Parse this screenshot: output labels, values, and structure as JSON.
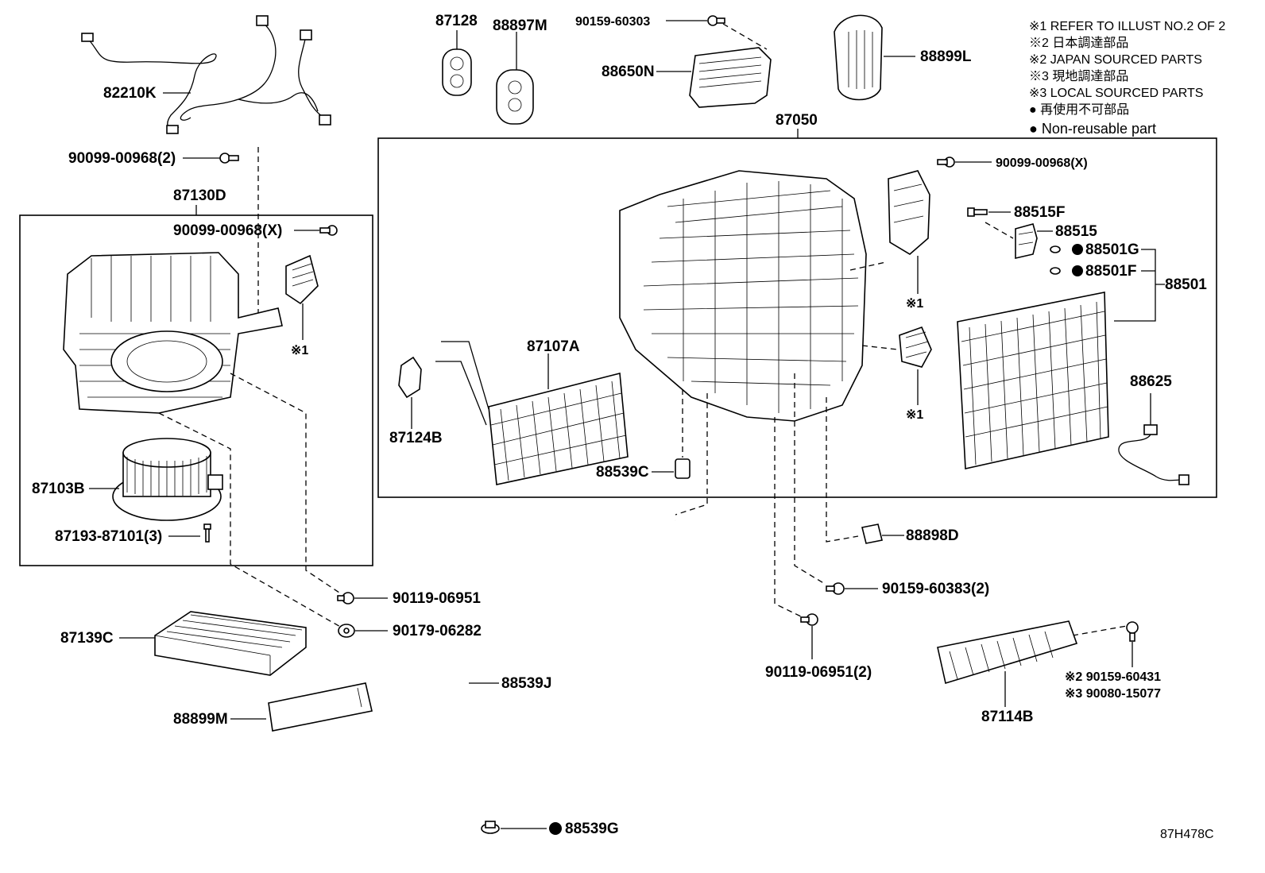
{
  "diagram_code": "87H478C",
  "notes": [
    {
      "marker": "※1",
      "text": "REFER TO ILLUST NO.2 OF 2"
    },
    {
      "marker": "※2",
      "text": "日本調達部品"
    },
    {
      "marker": "※2",
      "text": "JAPAN SOURCED PARTS"
    },
    {
      "marker": "※3",
      "text": "現地調達部品"
    },
    {
      "marker": "※3",
      "text": "LOCAL SOURCED PARTS"
    },
    {
      "marker": "●",
      "text": "再使用不可部品"
    },
    {
      "marker": "●",
      "text": "Non-reusable part"
    }
  ],
  "assemblies": {
    "left_box": "87130D",
    "right_box": "87050"
  },
  "labels": {
    "p82210K": "82210K",
    "p90099_00968_2": "90099-00968(2)",
    "p87130D": "87130D",
    "p90099_00968_X_left": "90099-00968(X)",
    "ref1_left": "※1",
    "p87103B": "87103B",
    "p87193": "87193-87101(3)",
    "p87139C": "87139C",
    "p88899M": "88899M",
    "p90119_06951": "90119-06951",
    "p90179_06282": "90179-06282",
    "p87128": "87128",
    "p88897M": "88897M",
    "p90159_60303": "90159-60303",
    "p88650N": "88650N",
    "p88899L": "88899L",
    "p87050": "87050",
    "p90099_00968_X_right": "90099-00968(X)",
    "p88515F": "88515F",
    "p88515": "88515",
    "p88501G": "88501G",
    "p88501F": "88501F",
    "p88501": "88501",
    "ref1_a": "※1",
    "ref1_b": "※1",
    "p87107A": "87107A",
    "p87124B": "87124B",
    "p88539C": "88539C",
    "p88625": "88625",
    "p88898D": "88898D",
    "p90159_60383": "90159-60383(2)",
    "p90119_06951_2": "90119-06951(2)",
    "p88539J": "88539J",
    "p88539G": "88539G",
    "p90159_60431": "※2 90159-60431",
    "p90080_15077": "※3 90080-15077",
    "p87114B": "87114B"
  }
}
